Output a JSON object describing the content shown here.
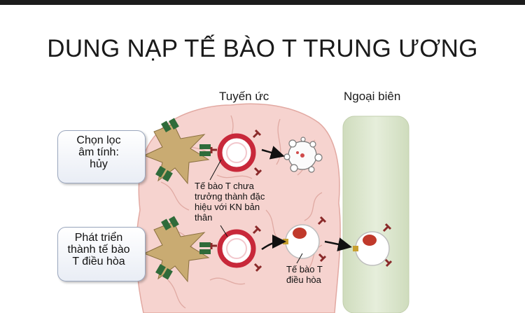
{
  "title": "DUNG NẠP TẾ BÀO T TRUNG ƯƠNG",
  "labels": {
    "thymus": "Tuyến ức",
    "periphery": "Ngoại biên"
  },
  "boxes": {
    "negative_selection": [
      "Chọn lọc",
      "âm tính:",
      "hủy"
    ],
    "treg_development": [
      "Phát triển",
      "thành tế bào",
      "T điều hòa"
    ]
  },
  "annotations": {
    "immature_t_cell": [
      "Tế bào T chưa",
      "trưởng thành đặc",
      "hiệu với KN bản",
      "thân"
    ],
    "regulatory_t_cell": [
      "Tế bào T",
      "điều hòa"
    ]
  },
  "colors": {
    "thymus_fill": "#f6d3cf",
    "thymus_stroke": "#e2a9a2",
    "periphery_fill": "#dbe6cc",
    "dendritic_cell": "#c9ab72",
    "t_cell_ring": "#c8283a",
    "nucleus": "#c0392b",
    "receptor": "#8a2a2a",
    "mhc": "#2f6b3a"
  }
}
